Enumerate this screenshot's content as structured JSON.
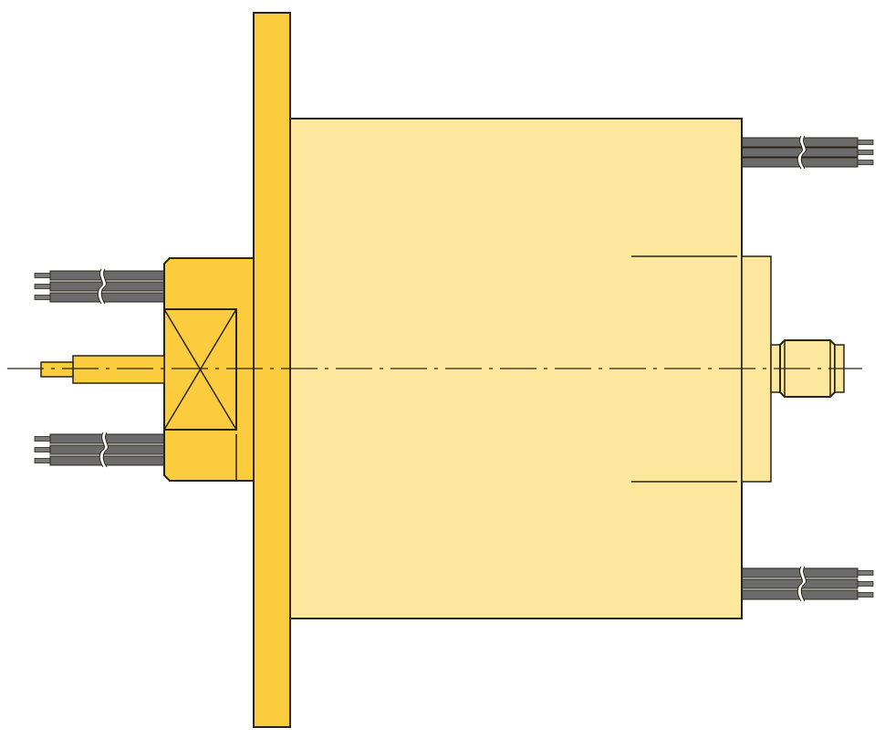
{
  "diagram": {
    "subject": "slip-ring-side-view",
    "colors": {
      "flange": "#fccc3f",
      "hub": "#fccc3f",
      "body": "#fde79c",
      "wire": "#6b6b6b",
      "wire_tip": "#7a7a7a",
      "outline": "#2a2415"
    },
    "wire_bundles": [
      {
        "id": "left-top",
        "count": 3
      },
      {
        "id": "left-bottom",
        "count": 3
      },
      {
        "id": "right-top",
        "count": 3
      },
      {
        "id": "right-bottom",
        "count": 3
      }
    ]
  }
}
